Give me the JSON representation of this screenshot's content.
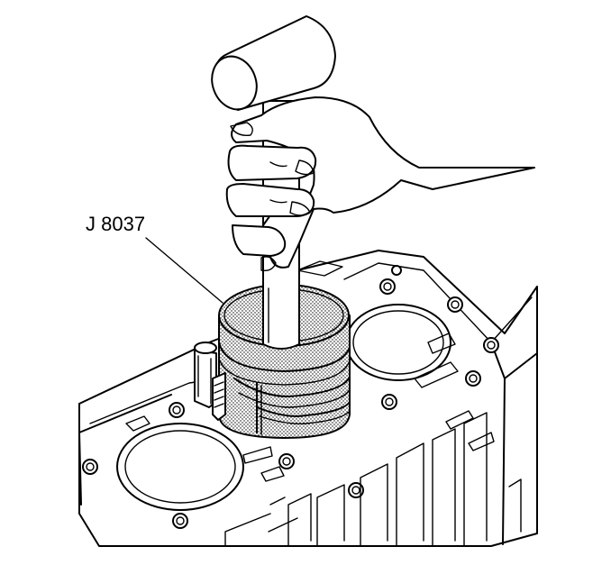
{
  "figure": {
    "callout": "J 8037",
    "background_color": "#ffffff",
    "line_color": "#000000",
    "parts": {
      "hammer": "hammer-handle",
      "hand": "hand",
      "compressor": "piston-ring-compressor",
      "block": "engine-block-deck"
    }
  }
}
